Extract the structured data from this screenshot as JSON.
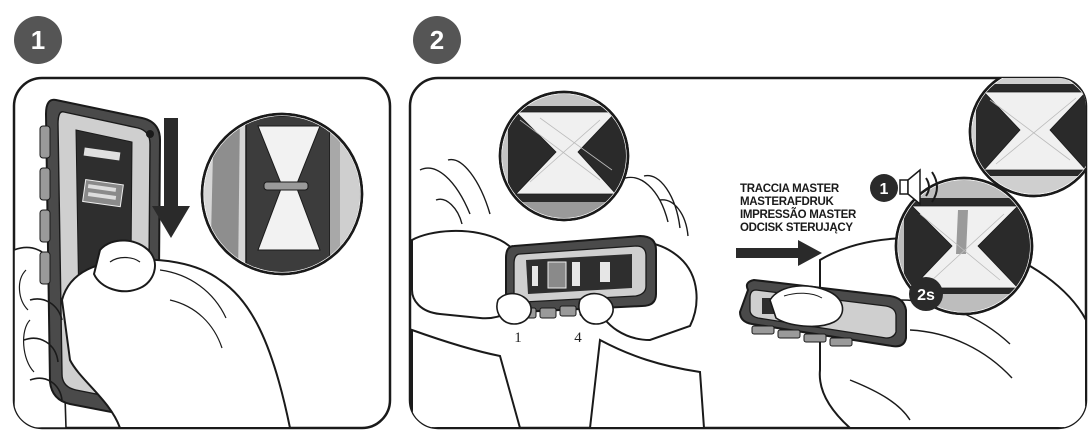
{
  "steps": [
    {
      "number": "1"
    },
    {
      "number": "2"
    }
  ],
  "panel2": {
    "button_numbers": [
      "1",
      "4"
    ],
    "master_labels": [
      "TRACCIA MASTER",
      "MASTERAFDRUK",
      "IMPRESSÃO MASTER",
      "ODCISK STERUJĄCY"
    ],
    "beep_count": "1",
    "hold_time": "2s"
  },
  "colors": {
    "badge": "#555555",
    "device_body": "#4a4a4a",
    "device_rim": "#bdbdbd",
    "outline": "#1a1a1a"
  }
}
